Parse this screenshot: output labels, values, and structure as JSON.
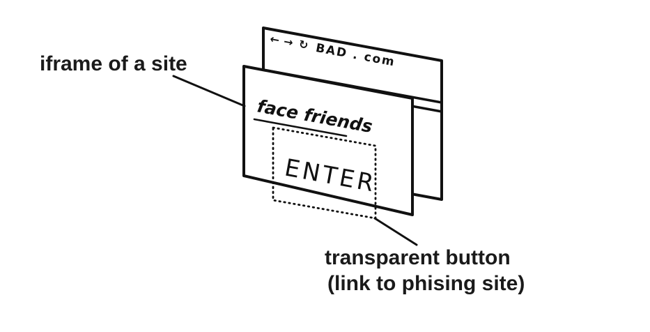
{
  "annotations": {
    "iframe_label": "iframe of a site",
    "transparent_button_label_line1": "transparent button",
    "transparent_button_label_line2": "(link to phising site)"
  },
  "browser_window": {
    "url": "BAD . com",
    "toolbar_icons": {
      "back": "←",
      "forward": "→",
      "refresh": "↻"
    }
  },
  "iframe_window": {
    "site_title": "face friends",
    "enter_button": "ENTER"
  },
  "colors": {
    "ink": "#111111",
    "label_text": "#1a1a1a",
    "background": "#ffffff"
  }
}
